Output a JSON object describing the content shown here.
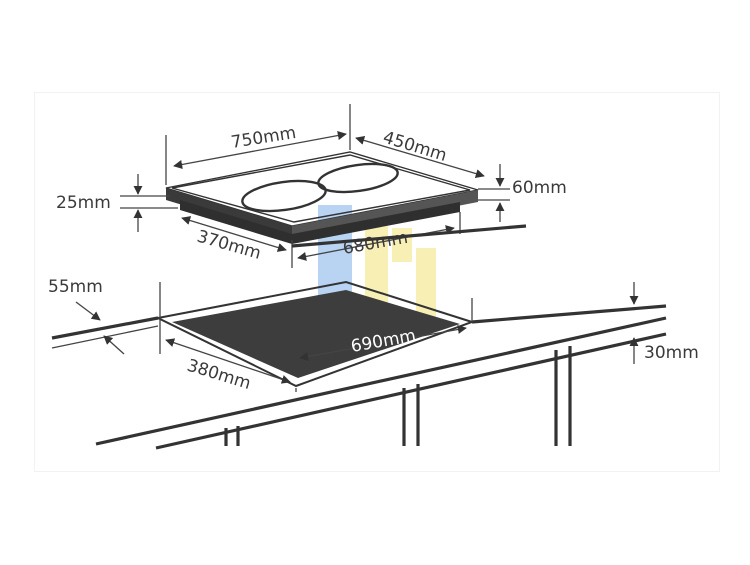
{
  "dimensions": {
    "hob_width": "750mm",
    "hob_depth": "450mm",
    "hob_thickness": "25mm",
    "clearance_above": "60mm",
    "base_depth": "370mm",
    "base_width": "680mm",
    "worktop_thickness": "55mm",
    "cutout_width": "690mm",
    "cutout_depth": "380mm",
    "min_gap": "30mm"
  },
  "colors": {
    "line": "#333333",
    "cooktop_glass": "#3a3a3a",
    "cutout_fill": "#3d3d3d",
    "watermark_blue": "#7fb2e8",
    "watermark_yellow": "#f4e27a"
  }
}
